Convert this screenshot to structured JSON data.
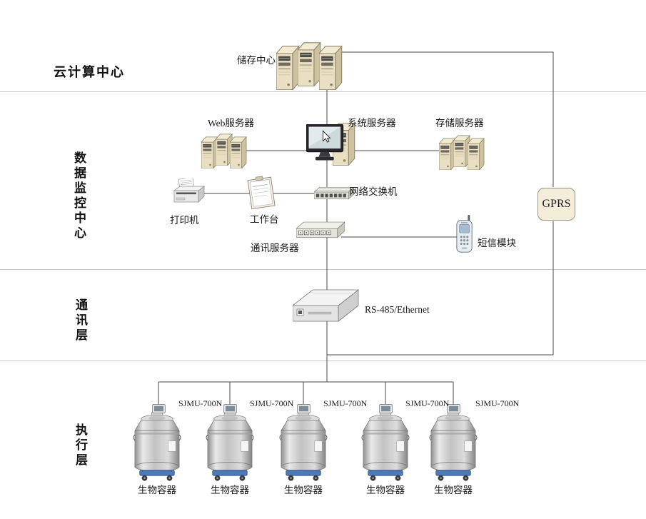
{
  "layers": {
    "cloud": "云计算中心",
    "monitoring": "数据监控中心",
    "communication": "通讯层",
    "execution": "执行层"
  },
  "nodes": {
    "storage_center": "储存中心",
    "web_server": "Web服务器",
    "system_server": "系统服务器",
    "storage_server": "存储服务器",
    "network_switch": "网络交换机",
    "printer": "打印机",
    "workbench": "工作台",
    "comm_server": "通讯服务器",
    "sms_module": "短信模块",
    "gprs": "GPRS",
    "bus": "RS-485/Ethernet"
  },
  "tanks": [
    {
      "model": "SJMU-700N",
      "label": "生物容器"
    },
    {
      "model": "SJMU-700N",
      "label": "生物容器"
    },
    {
      "model": "SJMU-700N",
      "label": "生物容器"
    },
    {
      "model": "SJMU-700N",
      "label": "生物容器"
    },
    {
      "model": "SJMU-700N",
      "label": "生物容器"
    }
  ],
  "colors": {
    "line": "#4a4a4a",
    "divider": "#c9c9c9",
    "server_beige": "#eadfc2",
    "tank_base_blue": "#4d79b4",
    "gprs_bg": "#f3edda"
  }
}
